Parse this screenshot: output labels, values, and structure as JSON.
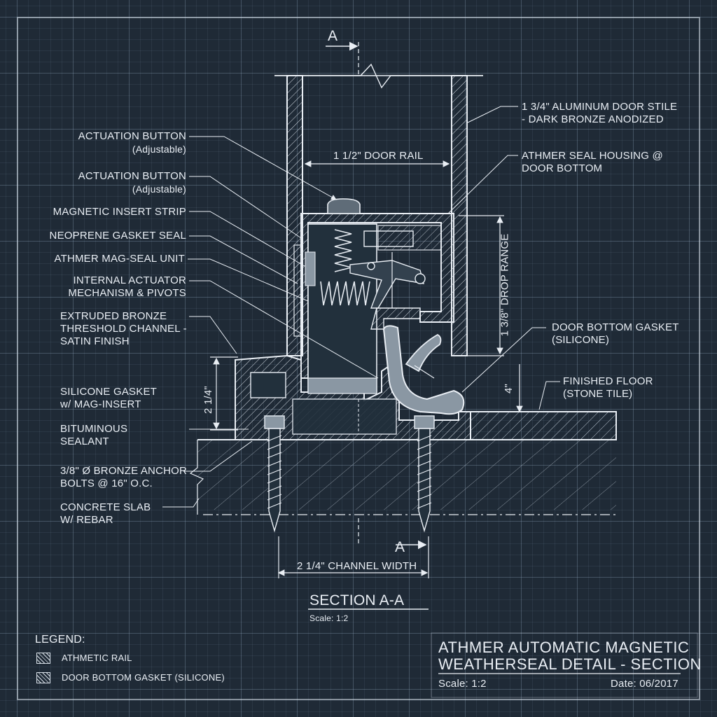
{
  "section_marker": {
    "top": "A",
    "bottom": "A"
  },
  "dimensions": {
    "door_rail": "1 1/2\" DOOR RAIL",
    "drop_range": "1 3/8\" DROP RANGE",
    "height_left": "2 1/4\"",
    "four_inch": "4\"",
    "channel_width": "2 1/4\" CHANNEL WIDTH"
  },
  "callouts_left": [
    {
      "label": "ACTUATION BUTTON",
      "sub": "(Adjustable)"
    },
    {
      "label": "ACTUATION BUTTON",
      "sub": "(Adjustable)"
    },
    {
      "label": "MAGNETIC INSERT STRIP"
    },
    {
      "label": "NEOPRENE GASKET SEAL"
    },
    {
      "label": "ATHMER MAG-SEAL  UNIT"
    },
    {
      "label": "INTERNAL ACTUATOR",
      "line2": "MECHANISM & PIVOTS"
    },
    {
      "label": "EXTRUDED BRONZE",
      "line2": "THRESHOLD CHANNEL -",
      "line3": "SATIN FINISH"
    },
    {
      "label": "SILICONE GASKET",
      "line2": "w/ MAG-INSERT"
    },
    {
      "label": "BITUMINOUS",
      "line2": "SEALANT"
    },
    {
      "label": "3/8\" Ø BRONZE ANCHOR",
      "line2": "BOLTS @ 16\" O.C."
    },
    {
      "label": "CONCRETE SLAB",
      "line2": "W/ REBAR"
    }
  ],
  "callouts_right": [
    {
      "label": "1 3/4\" ALUMINUM DOOR STILE",
      "line2": "- DARK BRONZE ANODIZED"
    },
    {
      "label": "ATHMER SEAL HOUSING @",
      "line2": "DOOR BOTTOM"
    },
    {
      "label": "DOOR BOTTOM GASKET",
      "line2": "(SILICONE)"
    },
    {
      "label": "FINISHED FLOOR",
      "line2": "(STONE TILE)"
    }
  ],
  "section": {
    "title": "SECTION A-A",
    "scale": "Scale:  1:2"
  },
  "legend": {
    "heading": "LEGEND:",
    "items": [
      {
        "label": "ATHMETIC RAIL"
      },
      {
        "label": "DOOR BOTTOM GASKET (SILICONE)"
      }
    ]
  },
  "title_block": {
    "line1": "ATHMER AUTOMATIC MAGNETIC",
    "line2": "WEATHERSEAL DETAIL - SECTION",
    "scale": "Scale: 1:2",
    "date": "Date: 06/2017"
  },
  "colors": {
    "background": "#1f2a36",
    "line": "#e9eef4",
    "metal": "#7d8a96"
  }
}
